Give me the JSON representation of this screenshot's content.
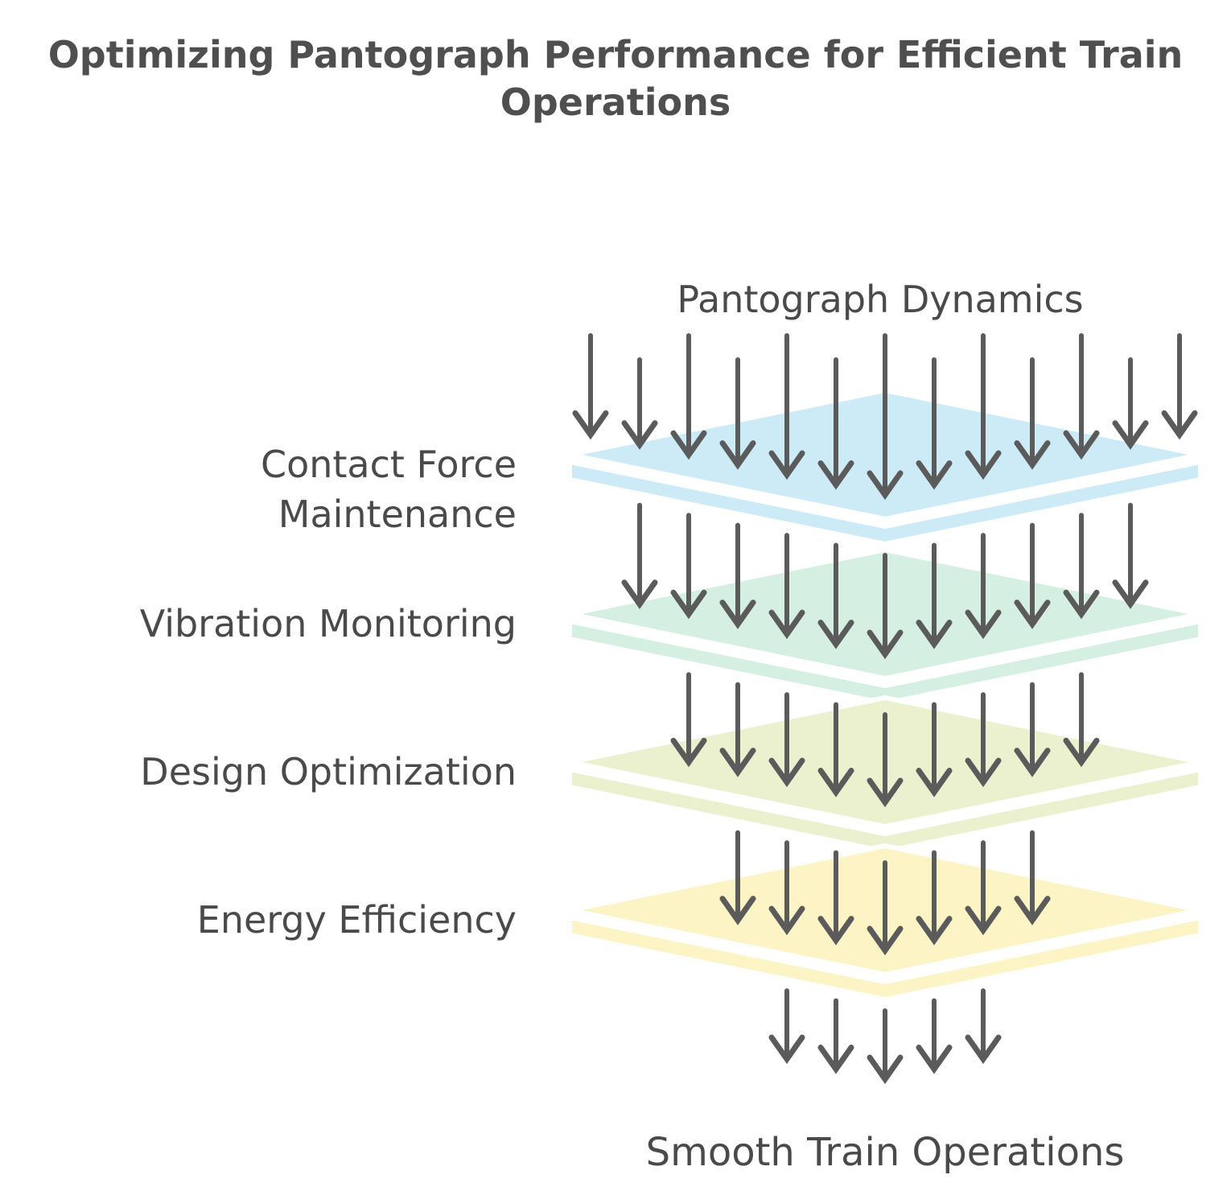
{
  "title": {
    "line1": "Optimizing Pantograph Performance for Efficient Train",
    "line2": "Operations"
  },
  "flow": {
    "source_label": "Pantograph Dynamics",
    "sink_label": "Smooth Train Operations"
  },
  "layers": [
    {
      "label": "Contact Force Maintenance",
      "label_lines": [
        "Contact Force",
        "Maintenance"
      ],
      "color": "#CDEAF7"
    },
    {
      "label": "Vibration Monitoring",
      "label_lines": [
        "Vibration Monitoring"
      ],
      "color": "#D5F0E2"
    },
    {
      "label": "Design Optimization",
      "label_lines": [
        "Design Optimization"
      ],
      "color": "#EBF0CE"
    },
    {
      "label": "Energy Efficiency",
      "label_lines": [
        "Energy Efficiency"
      ],
      "color": "#FCF4C4"
    }
  ],
  "arrows": {
    "direction": "down",
    "color": "#5B5B5B",
    "counts_per_gap": [
      13,
      11,
      9,
      7,
      5
    ]
  },
  "colors": {
    "background": "#FFFFFF",
    "text": "#4A4A4A",
    "title_text": "#4F4F4F",
    "layer_outline": "#FFFFFF"
  }
}
